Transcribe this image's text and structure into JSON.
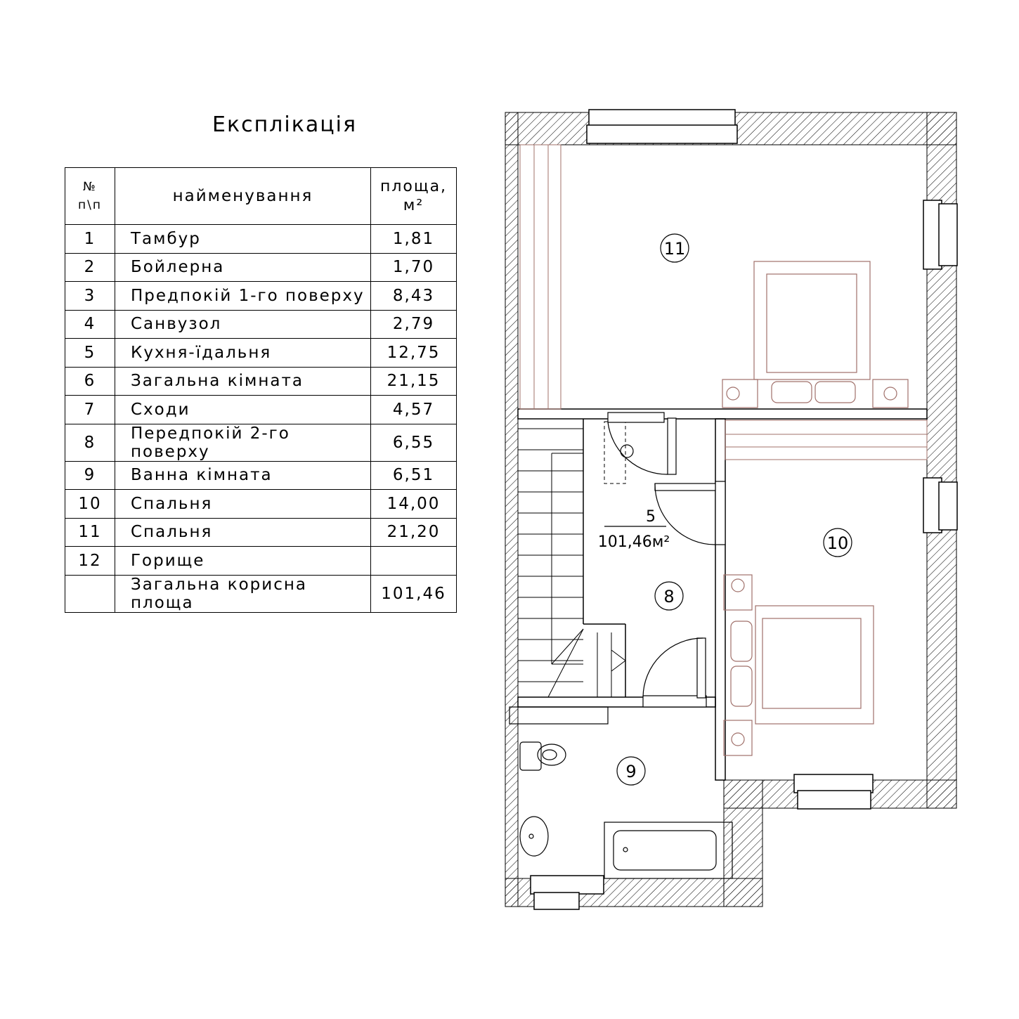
{
  "title": "Експлікація",
  "table": {
    "headers": {
      "num_line1": "№",
      "num_line2": "п\\п",
      "name": "найменування",
      "area_line1": "площа,",
      "area_line2": "м²"
    },
    "rows": [
      {
        "num": "1",
        "name": "Тамбур",
        "area": "1,81"
      },
      {
        "num": "2",
        "name": "Бойлерна",
        "area": "1,70"
      },
      {
        "num": "3",
        "name": "Предпокій 1-го поверху",
        "area": "8,43"
      },
      {
        "num": "4",
        "name": "Санвузол",
        "area": "2,79"
      },
      {
        "num": "5",
        "name": "Кухня-їдальня",
        "area": "12,75"
      },
      {
        "num": "6",
        "name": "Загальна кімната",
        "area": "21,15"
      },
      {
        "num": "7",
        "name": "Сходи",
        "area": "4,57"
      },
      {
        "num": "8",
        "name": "Передпокій 2-го поверху",
        "area": "6,55"
      },
      {
        "num": "9",
        "name": "Ванна кімната",
        "area": "6,51"
      },
      {
        "num": "10",
        "name": "Спальня",
        "area": "14,00"
      },
      {
        "num": "11",
        "name": "Спальня",
        "area": "21,20"
      },
      {
        "num": "12",
        "name": "Горище",
        "area": ""
      },
      {
        "num": "",
        "name": "Загальна корисна площа",
        "area": "101,46"
      }
    ]
  },
  "plan": {
    "room_labels": {
      "r11": "11",
      "r10": "10",
      "r8": "8",
      "r9": "9"
    },
    "summary_room": "5",
    "summary_area": "101,46м²"
  }
}
